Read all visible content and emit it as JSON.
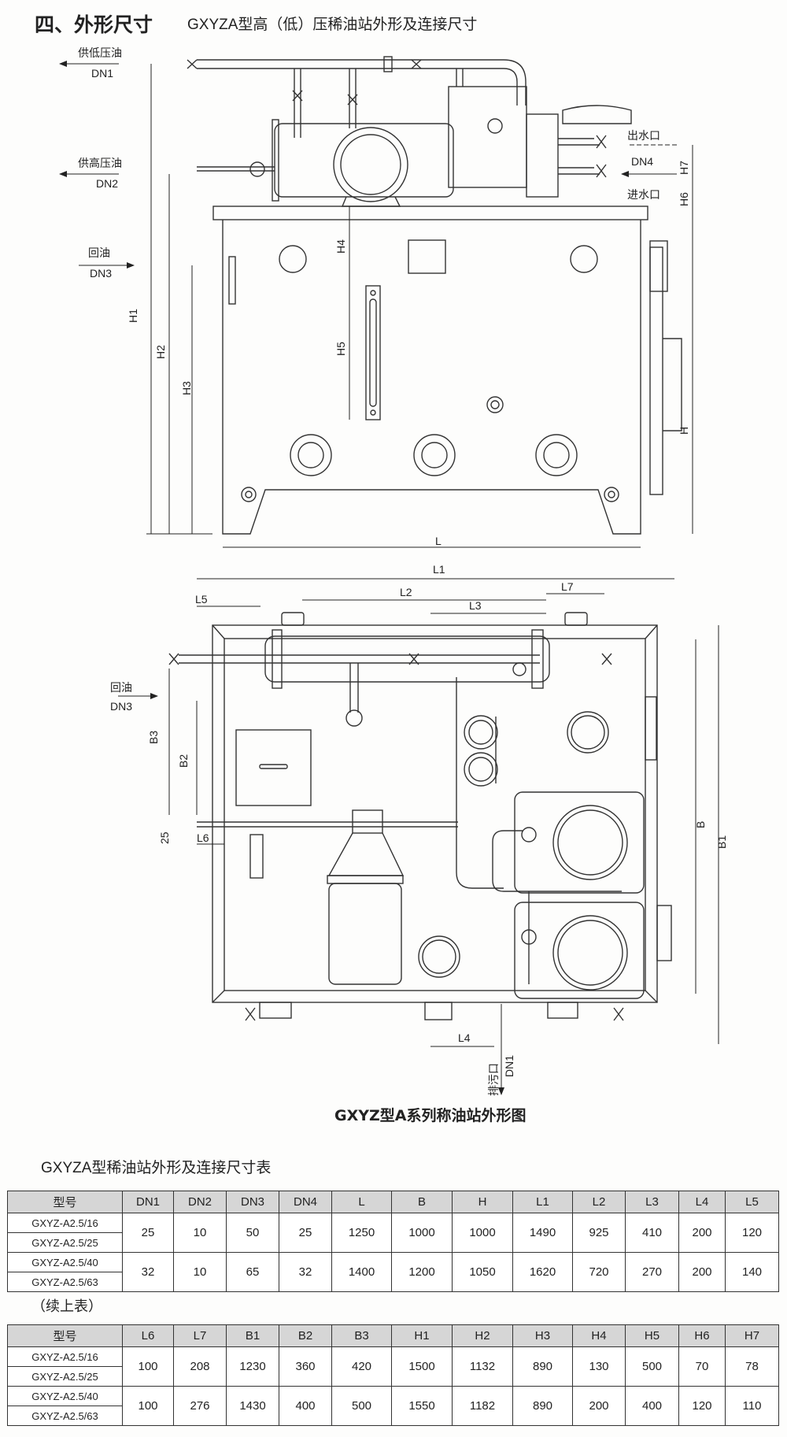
{
  "header": {
    "section_title": "四、外形尺寸",
    "subtitle": "GXYZA型高（低）压稀油站外形及连接尺寸"
  },
  "front_view": {
    "labels": {
      "dn1_name": "供低压油",
      "dn1": "DN1",
      "dn2_name": "供高压油",
      "dn2": "DN2",
      "dn3_name": "回油",
      "dn3": "DN3",
      "water_out": "出水口",
      "dn4": "DN4",
      "water_in": "进水口",
      "h1": "H1",
      "h2": "H2",
      "h3": "H3",
      "h4": "H4",
      "h5": "H5",
      "h6": "H6",
      "h7": "H7",
      "h": "H",
      "l": "L"
    }
  },
  "top_view": {
    "labels": {
      "l1": "L1",
      "l2": "L2",
      "l3": "L3",
      "l5": "L5",
      "l7": "L7",
      "dn3_name": "回油",
      "dn3": "DN3",
      "b3": "B3",
      "b2": "B2",
      "d25": "25",
      "l6": "L6",
      "b": "B",
      "b1": "B1",
      "l4": "L4",
      "drain": "排污口",
      "dn1": "DN1"
    }
  },
  "caption": "GXYZ型A系列称油站外形图",
  "table_title": "GXYZA型稀油站外形及连接尺寸表",
  "table1": {
    "headers": [
      "型号",
      "DN1",
      "DN2",
      "DN3",
      "DN4",
      "L",
      "B",
      "H",
      "L1",
      "L2",
      "L3",
      "L4",
      "L5"
    ],
    "groups": [
      {
        "models": [
          "GXYZ-A2.5/16",
          "GXYZ-A2.5/25"
        ],
        "values": [
          "25",
          "10",
          "50",
          "25",
          "1250",
          "1000",
          "1000",
          "1490",
          "925",
          "410",
          "200",
          "120"
        ]
      },
      {
        "models": [
          "GXYZ-A2.5/40",
          "GXYZ-A2.5/63"
        ],
        "values": [
          "32",
          "10",
          "65",
          "32",
          "1400",
          "1200",
          "1050",
          "1620",
          "720",
          "270",
          "200",
          "140"
        ]
      }
    ]
  },
  "continued_label": "（续上表）",
  "table2": {
    "headers": [
      "型号",
      "L6",
      "L7",
      "B1",
      "B2",
      "B3",
      "H1",
      "H2",
      "H3",
      "H4",
      "H5",
      "H6",
      "H7"
    ],
    "groups": [
      {
        "models": [
          "GXYZ-A2.5/16",
          "GXYZ-A2.5/25"
        ],
        "values": [
          "100",
          "208",
          "1230",
          "360",
          "420",
          "1500",
          "1132",
          "890",
          "130",
          "500",
          "70",
          "78"
        ]
      },
      {
        "models": [
          "GXYZ-A2.5/40",
          "GXYZ-A2.5/63"
        ],
        "values": [
          "100",
          "276",
          "1430",
          "400",
          "500",
          "1550",
          "1182",
          "890",
          "200",
          "400",
          "120",
          "110"
        ]
      }
    ]
  },
  "colors": {
    "line": "#333333",
    "header_bg": "#d6d6d6"
  }
}
